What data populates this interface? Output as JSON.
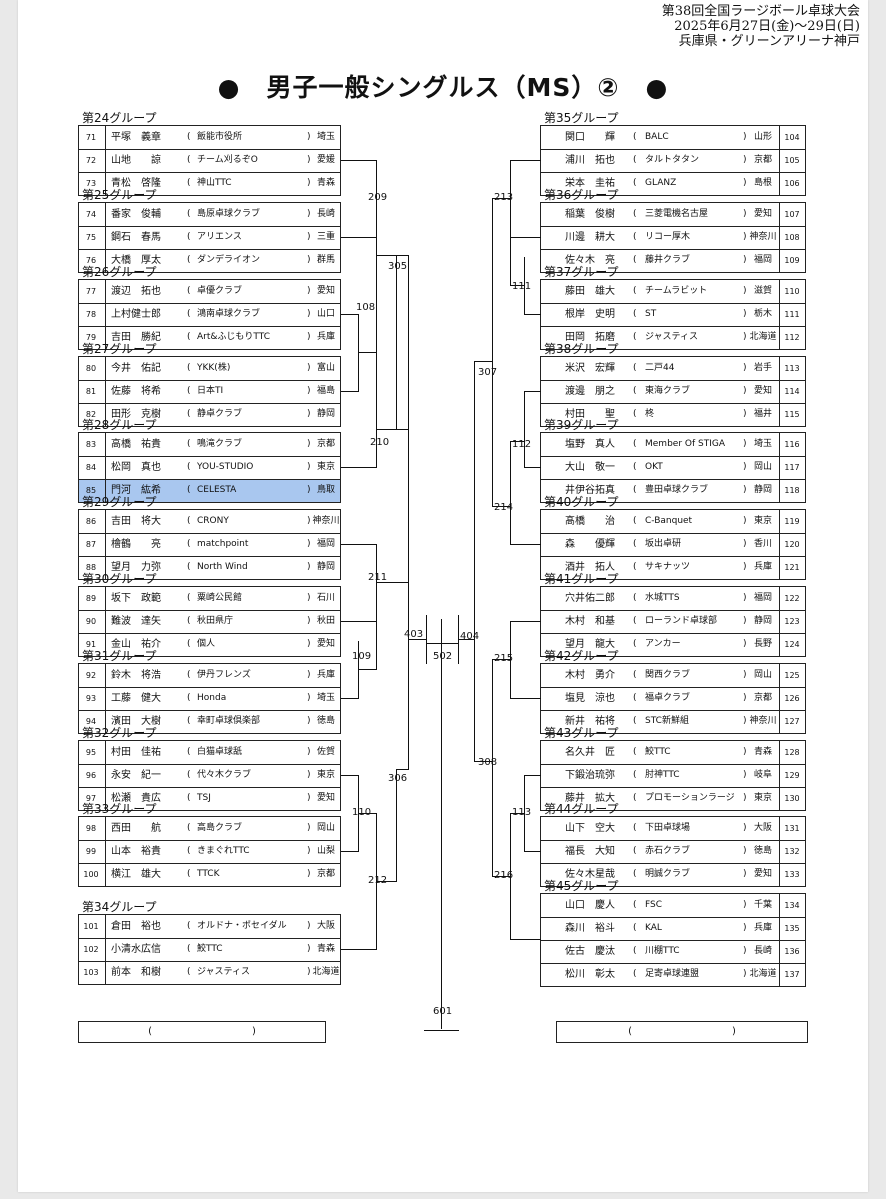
{
  "header": {
    "line1": "第38回全国ラージボール卓球大会",
    "line2": "2025年6月27日(金)～29日(日)",
    "line3": "兵庫県・グリーンアリーナ神戸"
  },
  "title": "●　男子一般シングルス（MS）②　●",
  "left_groups": [
    {
      "label": "第24グループ",
      "rows": [
        {
          "no": "71",
          "name": "平塚　義章",
          "club": "飯能市役所",
          "pref": "埼玉"
        },
        {
          "no": "72",
          "name": "山地　　諒",
          "club": "チーム刈るぞO",
          "pref": "愛媛"
        },
        {
          "no": "73",
          "name": "青松　啓隆",
          "club": "神山TTC",
          "pref": "青森"
        }
      ]
    },
    {
      "label": "第25グループ",
      "rows": [
        {
          "no": "74",
          "name": "番家　俊輔",
          "club": "島原卓球クラブ",
          "pref": "長崎"
        },
        {
          "no": "75",
          "name": "鋼石　春馬",
          "club": "アリエンス",
          "pref": "三重"
        },
        {
          "no": "76",
          "name": "大橋　厚太",
          "club": "ダンデライオン",
          "pref": "群馬"
        }
      ]
    },
    {
      "label": "第26グループ",
      "rows": [
        {
          "no": "77",
          "name": "渡辺　拓也",
          "club": "卓優クラブ",
          "pref": "愛知"
        },
        {
          "no": "78",
          "name": "上村健士郎",
          "club": "鴻南卓球クラブ",
          "pref": "山口"
        },
        {
          "no": "79",
          "name": "吉田　勝紀",
          "club": "Art&ふじもりTTC",
          "pref": "兵庫"
        }
      ]
    },
    {
      "label": "第27グループ",
      "rows": [
        {
          "no": "80",
          "name": "今井　佑記",
          "club": "YKK(株)",
          "pref": "富山"
        },
        {
          "no": "81",
          "name": "佐藤　将希",
          "club": "日本TI",
          "pref": "福島"
        },
        {
          "no": "82",
          "name": "田形　克樹",
          "club": "静卓クラブ",
          "pref": "静岡"
        }
      ]
    },
    {
      "label": "第28グループ",
      "rows": [
        {
          "no": "83",
          "name": "高橋　祐貴",
          "club": "鳴滝クラブ",
          "pref": "京都"
        },
        {
          "no": "84",
          "name": "松岡　真也",
          "club": "YOU-STUDIO",
          "pref": "東京"
        },
        {
          "no": "85",
          "name": "門河　紘希",
          "club": "CELESTA",
          "pref": "鳥取",
          "highlight": true
        }
      ]
    },
    {
      "label": "第29グループ",
      "rows": [
        {
          "no": "86",
          "name": "吉田　将大",
          "club": "CRONY",
          "pref": "神奈川"
        },
        {
          "no": "87",
          "name": "檜鶴　　亮",
          "club": "matchpoint",
          "pref": "福岡"
        },
        {
          "no": "88",
          "name": "望月　力弥",
          "club": "North Wind",
          "pref": "静岡"
        }
      ]
    },
    {
      "label": "第30グループ",
      "rows": [
        {
          "no": "89",
          "name": "坂下　政範",
          "club": "粟崎公民館",
          "pref": "石川"
        },
        {
          "no": "90",
          "name": "難波　達矢",
          "club": "秋田県庁",
          "pref": "秋田"
        },
        {
          "no": "91",
          "name": "金山　祐介",
          "club": "個人",
          "pref": "愛知"
        }
      ]
    },
    {
      "label": "第31グループ",
      "rows": [
        {
          "no": "92",
          "name": "鈴木　将浩",
          "club": "伊丹フレンズ",
          "pref": "兵庫"
        },
        {
          "no": "93",
          "name": "工藤　健大",
          "club": "Honda",
          "pref": "埼玉"
        },
        {
          "no": "94",
          "name": "濱田　大樹",
          "club": "幸町卓球倶楽部",
          "pref": "徳島"
        }
      ]
    },
    {
      "label": "第32グループ",
      "rows": [
        {
          "no": "95",
          "name": "村田　佳祐",
          "club": "白猫卓球舐",
          "pref": "佐賀"
        },
        {
          "no": "96",
          "name": "永安　紀一",
          "club": "代々木クラブ",
          "pref": "東京"
        },
        {
          "no": "97",
          "name": "松瀬　貴広",
          "club": "TSJ",
          "pref": "愛知"
        }
      ]
    },
    {
      "label": "第33グループ",
      "rows": [
        {
          "no": "98",
          "name": "西田　　航",
          "club": "高島クラブ",
          "pref": "岡山"
        },
        {
          "no": "99",
          "name": "山本　裕貴",
          "club": "きまぐれTTC",
          "pref": "山梨"
        },
        {
          "no": "100",
          "name": "横江　雄大",
          "club": "TTCK",
          "pref": "京都"
        }
      ]
    },
    {
      "label": "第34グループ",
      "rows": [
        {
          "no": "101",
          "name": "倉田　裕也",
          "club": "オルドナ・ポセイダル",
          "pref": "大阪"
        },
        {
          "no": "102",
          "name": "小清水広信",
          "club": "鮫TTC",
          "pref": "青森"
        },
        {
          "no": "103",
          "name": "前本　和樹",
          "club": "ジャスティス",
          "pref": "北海道"
        }
      ]
    }
  ],
  "right_groups": [
    {
      "label": "第35グループ",
      "rows": [
        {
          "no": "104",
          "name": "関口　　輝",
          "club": "BALC",
          "pref": "山形"
        },
        {
          "no": "105",
          "name": "浦川　拓也",
          "club": "タルトタタン",
          "pref": "京都"
        },
        {
          "no": "106",
          "name": "栄本　圭祐",
          "club": "GLANZ",
          "pref": "島根"
        }
      ]
    },
    {
      "label": "第36グループ",
      "rows": [
        {
          "no": "107",
          "name": "稲葉　俊樹",
          "club": "三菱電機名古屋",
          "pref": "愛知"
        },
        {
          "no": "108",
          "name": "川邊　耕大",
          "club": "リコー厚木",
          "pref": "神奈川"
        },
        {
          "no": "109",
          "name": "佐々木　亮",
          "club": "藤井クラブ",
          "pref": "福岡"
        }
      ]
    },
    {
      "label": "第37グループ",
      "rows": [
        {
          "no": "110",
          "name": "藤田　雄大",
          "club": "チームラビット",
          "pref": "滋賀"
        },
        {
          "no": "111",
          "name": "根岸　史明",
          "club": "ST",
          "pref": "栃木"
        },
        {
          "no": "112",
          "name": "田岡　拓磨",
          "club": "ジャスティス",
          "pref": "北海道"
        }
      ]
    },
    {
      "label": "第38グループ",
      "rows": [
        {
          "no": "113",
          "name": "米沢　宏輝",
          "club": "二戸44",
          "pref": "岩手"
        },
        {
          "no": "114",
          "name": "渡邊　朋之",
          "club": "東海クラブ",
          "pref": "愛知"
        },
        {
          "no": "115",
          "name": "村田　　聖",
          "club": "柊",
          "pref": "福井"
        }
      ]
    },
    {
      "label": "第39グループ",
      "rows": [
        {
          "no": "116",
          "name": "塩野　真人",
          "club": "Member Of STIGA",
          "pref": "埼玉"
        },
        {
          "no": "117",
          "name": "大山　敬一",
          "club": "OKT",
          "pref": "岡山"
        },
        {
          "no": "118",
          "name": "井伊谷拓真",
          "club": "豊田卓球クラブ",
          "pref": "静岡"
        }
      ]
    },
    {
      "label": "第40グループ",
      "rows": [
        {
          "no": "119",
          "name": "髙橋　　治",
          "club": "C-Banquet",
          "pref": "東京"
        },
        {
          "no": "120",
          "name": "森　　優輝",
          "club": "坂出卓研",
          "pref": "香川"
        },
        {
          "no": "121",
          "name": "酒井　拓人",
          "club": "サキナッツ",
          "pref": "兵庫"
        }
      ]
    },
    {
      "label": "第41グループ",
      "rows": [
        {
          "no": "122",
          "name": "穴井佑二郎",
          "club": "水城TTS",
          "pref": "福岡"
        },
        {
          "no": "123",
          "name": "木村　和基",
          "club": "ローランド卓球部",
          "pref": "静岡"
        },
        {
          "no": "124",
          "name": "望月　龍大",
          "club": "アンカー",
          "pref": "長野"
        }
      ]
    },
    {
      "label": "第42グループ",
      "rows": [
        {
          "no": "125",
          "name": "木村　勇介",
          "club": "関西クラブ",
          "pref": "岡山"
        },
        {
          "no": "126",
          "name": "塩見　涼也",
          "club": "福卓クラブ",
          "pref": "京都"
        },
        {
          "no": "127",
          "name": "新井　祐将",
          "club": "STC新鮮組",
          "pref": "神奈川"
        }
      ]
    },
    {
      "label": "第43グループ",
      "rows": [
        {
          "no": "128",
          "name": "名久井　匠",
          "club": "鮫TTC",
          "pref": "青森"
        },
        {
          "no": "129",
          "name": "下鍛治琉弥",
          "club": "肘神TTC",
          "pref": "岐阜"
        },
        {
          "no": "130",
          "name": "藤井　拡大",
          "club": "プロモーションラージ",
          "pref": "東京"
        }
      ]
    },
    {
      "label": "第44グループ",
      "rows": [
        {
          "no": "131",
          "name": "山下　空大",
          "club": "下田卓球場",
          "pref": "大阪"
        },
        {
          "no": "132",
          "name": "福長　大知",
          "club": "赤石クラブ",
          "pref": "徳島"
        },
        {
          "no": "133",
          "name": "佐々木星哉",
          "club": "明誠クラブ",
          "pref": "愛知"
        }
      ]
    },
    {
      "label": "第45グループ",
      "rows": [
        {
          "no": "134",
          "name": "山口　慶人",
          "club": "FSC",
          "pref": "千葉"
        },
        {
          "no": "135",
          "name": "森川　裕斗",
          "club": "KAL",
          "pref": "兵庫"
        },
        {
          "no": "136",
          "name": "佐古　慶汰",
          "club": "川棚TTC",
          "pref": "長崎"
        },
        {
          "no": "137",
          "name": "松川　彰太",
          "club": "足寄卓球連盟",
          "pref": "北海道"
        }
      ]
    }
  ],
  "matches": {
    "m209": "209",
    "m108": "108",
    "m305": "305",
    "m210": "210",
    "m403": "403",
    "m211": "211",
    "m109": "109",
    "m306": "306",
    "m110": "110",
    "m212": "212",
    "m213": "213",
    "m111": "111",
    "m307": "307",
    "m112": "112",
    "m214": "214",
    "m404": "404",
    "m215": "215",
    "m308": "308",
    "m113": "113",
    "m216": "216",
    "m502": "502",
    "m601": "601"
  },
  "final_left": "(　　　　　　　　　　)",
  "final_right": "(　　　　　　　　　　)"
}
